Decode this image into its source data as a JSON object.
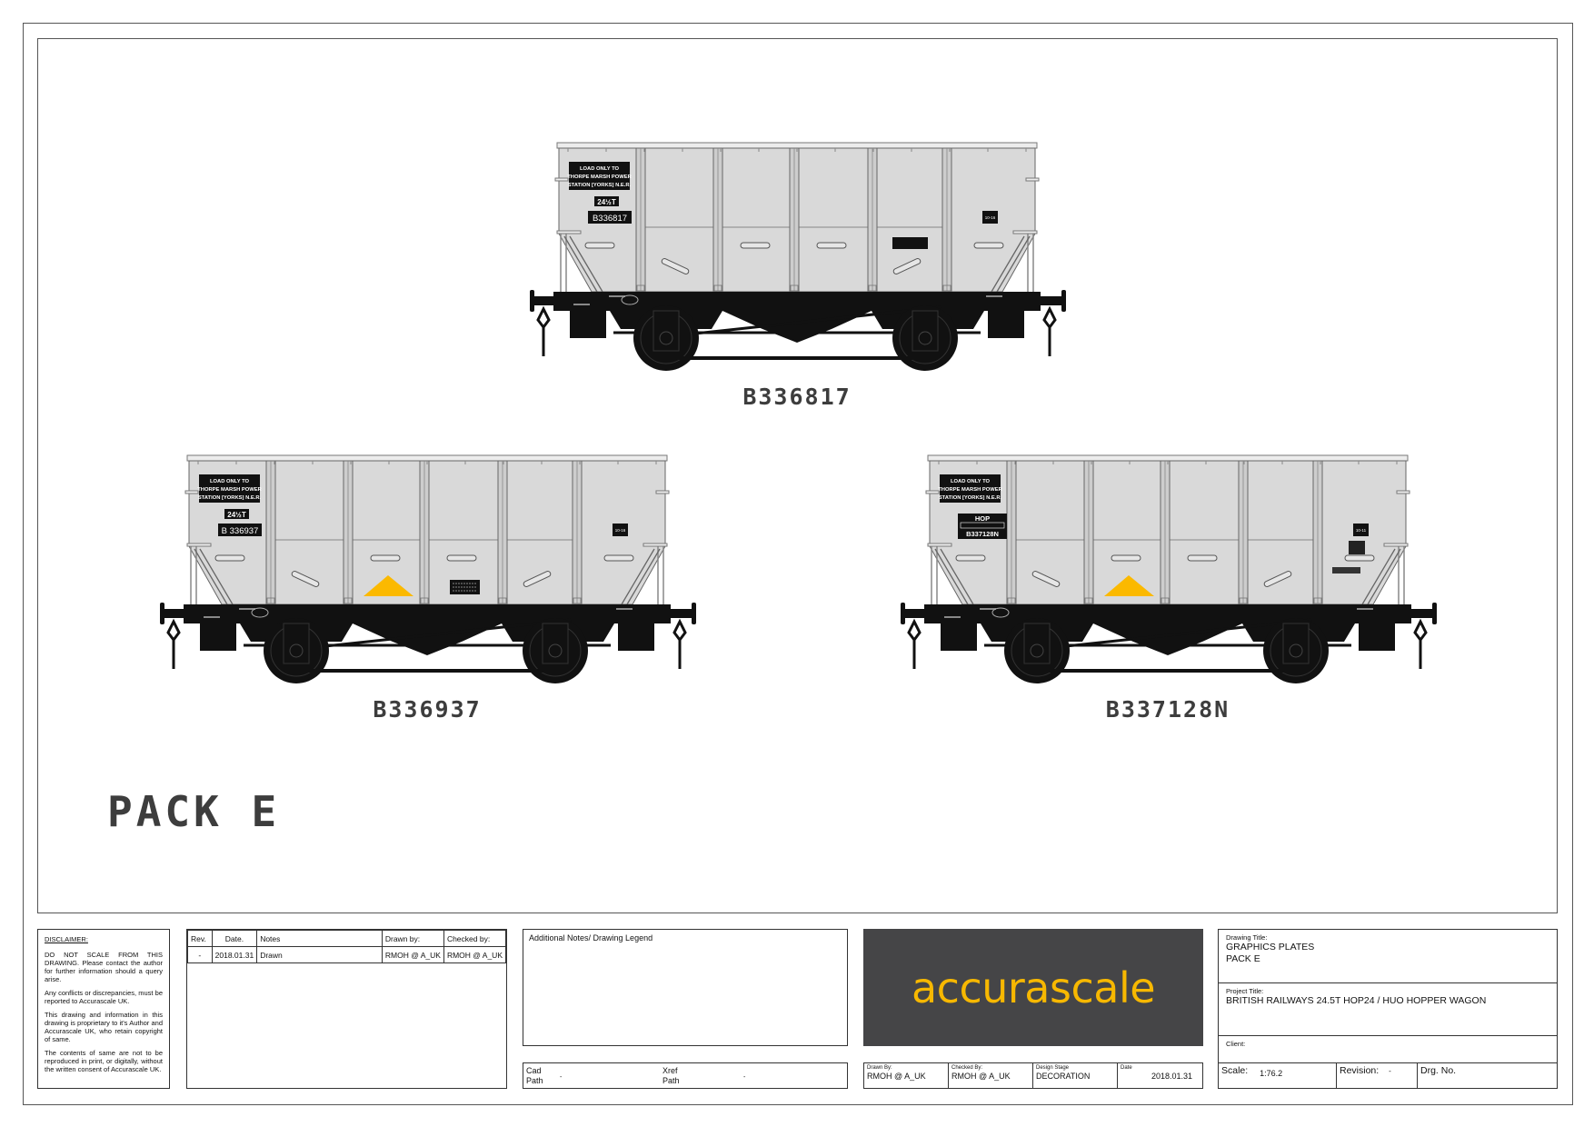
{
  "pack_label": "PACK E",
  "colors": {
    "body": "#d9d9d9",
    "underframe": "#111111",
    "hazard": "#fbb900",
    "logo_bg": "#454547",
    "logo_text": "#f7b801"
  },
  "wagons": [
    {
      "number": "B336817",
      "load_label": [
        "LOAD ONLY TO",
        "THORPE MARSH POWER",
        "STATION [YORKS] N.E.R."
      ],
      "tonnage": "24½T",
      "hop_code": "",
      "panel_number": "B336817",
      "end_code": "10-16",
      "hazard_triangle": false
    },
    {
      "number": "B336937",
      "load_label": [
        "LOAD ONLY TO",
        "THORPE MARSH POWER",
        "STATION [YORKS] N.E.R."
      ],
      "tonnage": "24½T",
      "hop_code": "",
      "panel_number": "B 336937",
      "end_code": "10-16",
      "hazard_triangle": true
    },
    {
      "number": "B337128N",
      "load_label": [
        "LOAD ONLY TO",
        "THORPE MARSH POWER",
        "STATION [YORKS] N.E.R."
      ],
      "tonnage": "",
      "hop_code": "HOP",
      "panel_number": "B337128N",
      "end_code": "10-11",
      "hazard_triangle": true
    }
  ],
  "disclaimer": {
    "heading": "DISCLAIMER:",
    "paragraphs": [
      "DO NOT SCALE FROM THIS DRAWING. Please contact the author for further information should a query arise.",
      "Any conflicts or discrepancies, must be reported to Accurascale UK.",
      "This drawing and information in this drawing is proprietary to it's Author and Accurascale UK, who retain copyright of same.",
      "The contents of same are not to be reproduced in print, or digitally, without the written consent of Accurascale UK."
    ]
  },
  "revisions": {
    "headers": [
      "Rev.",
      "Date.",
      "Notes",
      "Drawn by:",
      "Checked by:"
    ],
    "rows": [
      [
        "-",
        "2018.01.31",
        "Drawn",
        "RMOH @ A_UK",
        "RMOH @ A_UK"
      ]
    ]
  },
  "notes": {
    "label": "Additional Notes/ Drawing Legend"
  },
  "paths": {
    "cad_label": "Cad\nPath",
    "cad_value": "-",
    "xref_label": "Xref\nPath",
    "xref_value": "-"
  },
  "logo": {
    "text": "accurascale"
  },
  "signoff": {
    "drawn_label": "Drawn By:",
    "drawn_value": "RMOH @ A_UK",
    "checked_label": "Checked By:",
    "checked_value": "RMOH @ A_UK",
    "stage_label": "Design Stage",
    "stage_value": "DECORATION",
    "date_label": "Date",
    "date_value": "2018.01.31"
  },
  "title_block": {
    "drawing_title_label": "Drawing Title:",
    "drawing_title_line1": "GRAPHICS PLATES",
    "drawing_title_line2": "PACK E",
    "project_title_label": "Project Title:",
    "project_title": "BRITISH RAILWAYS 24.5T HOP24 / HUO HOPPER WAGON",
    "client_label": "Client:",
    "scale_label": "Scale:",
    "scale_value": "1:76.2",
    "revision_label": "Revision:",
    "revision_value": "-",
    "drg_no_label": "Drg. No."
  }
}
